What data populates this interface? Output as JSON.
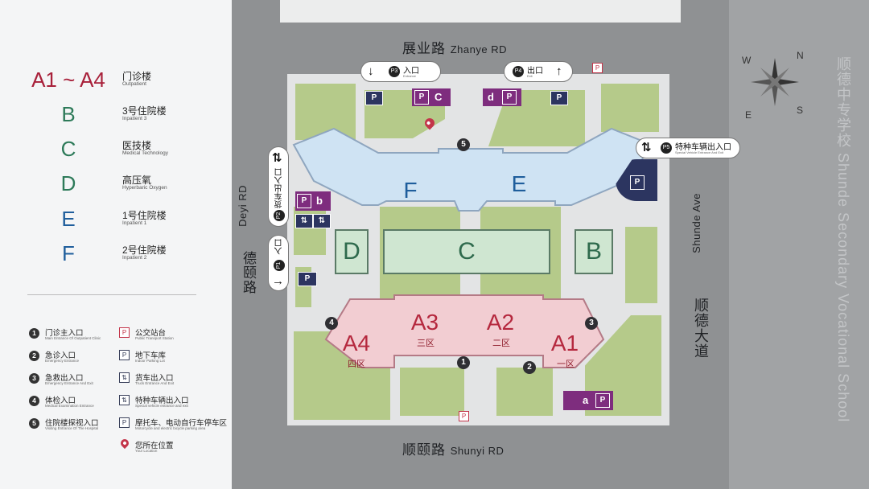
{
  "legend": {
    "buildings": [
      {
        "code": "A1 ~ A4",
        "name": "门诊楼",
        "sub": "Outpatient",
        "color": "#a8203a"
      },
      {
        "code": "B",
        "name": "3号住院楼",
        "sub": "Inpatient 3",
        "color": "#2d7a59"
      },
      {
        "code": "C",
        "name": "医技楼",
        "sub": "Medical Technology",
        "color": "#2d7a59"
      },
      {
        "code": "D",
        "name": "高压氧",
        "sub": "Hyperbaric Oxygen",
        "color": "#2d7a59"
      },
      {
        "code": "E",
        "name": "1号住院楼",
        "sub": "Inpatient 1",
        "color": "#1f5e9c"
      },
      {
        "code": "F",
        "name": "2号住院楼",
        "sub": "Inpatient 2",
        "color": "#1f5e9c"
      }
    ],
    "entrances": [
      {
        "num": "1",
        "label": "门诊主入口",
        "sub": "Main Entrance Of Outpatient Clinic"
      },
      {
        "num": "2",
        "label": "急诊入口",
        "sub": "Emergency Entrance"
      },
      {
        "num": "3",
        "label": "急救出入口",
        "sub": "Emergency Entrance And Exit"
      },
      {
        "num": "4",
        "label": "体检入口",
        "sub": "Medical Examination Entrance"
      },
      {
        "num": "5",
        "label": "住院楼探视入口",
        "sub": "Visiting Entrance Of The Hospital"
      }
    ],
    "facilities": [
      {
        "symbol": "P",
        "label": "公交站台",
        "sub": "Public Transport Station",
        "icon": "bus-stop-icon"
      },
      {
        "symbol": "P",
        "label": "地下车库",
        "sub": "Indoor Parking Lot",
        "icon": "underground-garage-icon"
      },
      {
        "symbol": "⇅",
        "label": "货车出入口",
        "sub": "Truck Entrance And Exit",
        "icon": "truck-entrance-icon"
      },
      {
        "symbol": "⇅",
        "label": "特种车辆出入口",
        "sub": "Special vehicle entrance and exit",
        "icon": "special-vehicle-icon"
      },
      {
        "symbol": "P",
        "label": "摩托车、电动自行车停车区",
        "sub": "Motorcycle and electric bicycle parking area",
        "icon": "motorcycle-parking-icon"
      },
      {
        "symbol": "",
        "label": "您所在位置",
        "sub": "Your Location",
        "icon": "location-pin-icon"
      }
    ]
  },
  "map": {
    "roads": {
      "north_cn": "展业路",
      "north_en": "Zhanye RD",
      "south_cn": "顺颐路",
      "south_en": "Shunyi RD",
      "west_cn": "德颐路",
      "west_en": "Deyi RD",
      "east_cn": "顺德大道",
      "east_en": "Shunde Ave"
    },
    "school_text": "顺德中专学校 Shunde Secondary Vocational School",
    "compass": {
      "n": "N",
      "s": "S",
      "e": "E",
      "w": "W"
    },
    "gates": {
      "p1": {
        "code": "P1",
        "label": "入口",
        "sub": "Entrance"
      },
      "p2": {
        "code": "P2",
        "label": "货车出入口",
        "sub": "Truck Entrance And Exit"
      },
      "p3": {
        "code": "P3",
        "label": "入口",
        "sub": "Entrance"
      },
      "p4": {
        "code": "P4",
        "label": "出口",
        "sub": "Exit"
      },
      "p5": {
        "code": "P5",
        "label": "特种车辆出入口",
        "sub": "Special Vehicle Entrance And Exit"
      }
    },
    "buildings": {
      "a1": "A1",
      "a1_zone": "一区",
      "a2": "A2",
      "a2_zone": "二区",
      "a3": "A3",
      "a3_zone": "三区",
      "a4": "A4",
      "a4_zone": "四区",
      "b": "B",
      "c": "C",
      "d": "D",
      "e": "E",
      "f": "F"
    },
    "parking_labels": {
      "c": "C",
      "d": "d",
      "b": "b",
      "a": "a"
    },
    "entrance_numbers": [
      "1",
      "2",
      "3",
      "4",
      "5"
    ],
    "colors": {
      "outpatient": "#f2cdd2",
      "inpatient": "#cfe3f3",
      "medical": "#cfe6d1",
      "lawn": "#b5ca8a",
      "parking_purple": "#7e2d7e",
      "parking_navy": "#2c3560"
    }
  }
}
